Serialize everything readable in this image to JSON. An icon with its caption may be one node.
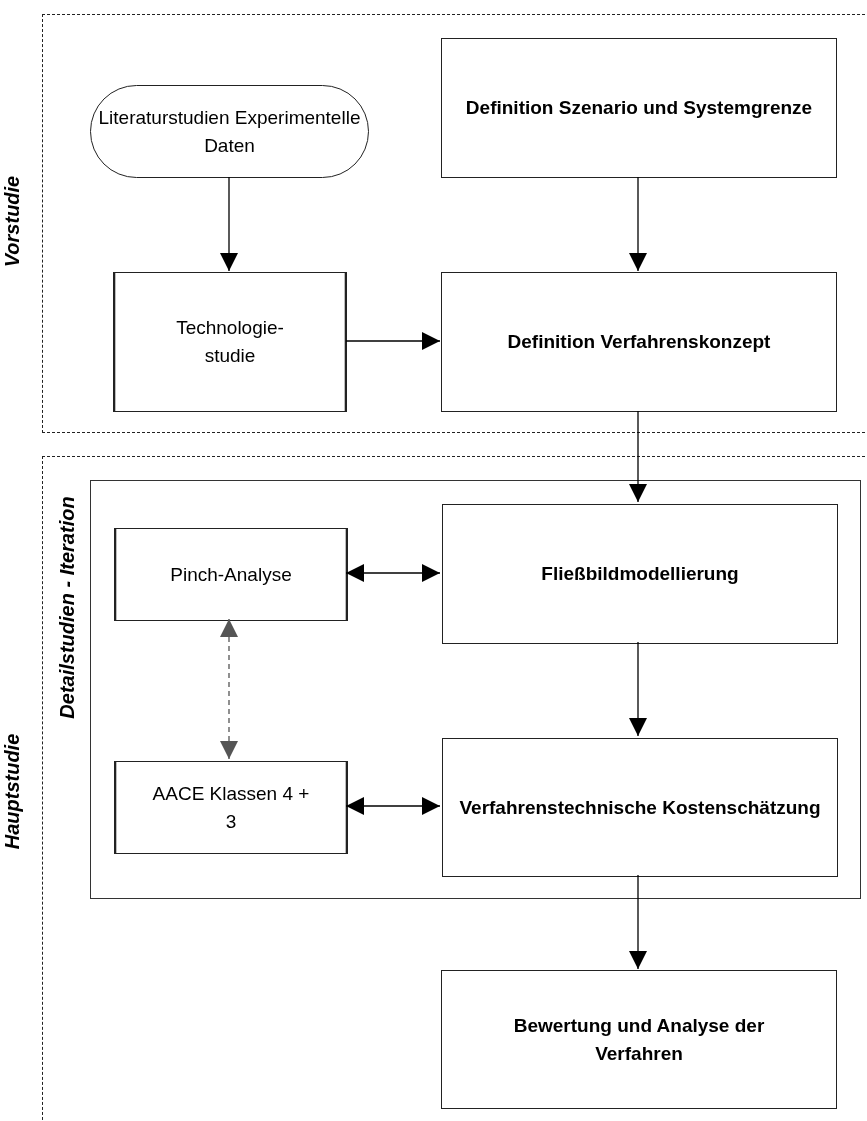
{
  "diagram": {
    "nodes": [
      {
        "text": [
          "Vorstudie"
        ]
      },
      {
        "text": [
          "Literaturstudien Experimentelle Daten"
        ],
        "in": 0
      },
      {
        "text": [
          "Definition Szenario und Systemgrenze"
        ],
        "in": 0
      },
      {
        "text": [
          "Technologie-studie"
        ],
        "in": 0
      },
      {
        "text": [
          "Definition Verfahrenskonzept"
        ],
        "in": 0
      },
      {
        "text": [
          "Hauptstudie"
        ]
      },
      {
        "text": [
          "Detailstudien - Iteration"
        ],
        "in": 5
      },
      {
        "text": [
          "Pinch-Analyse"
        ],
        "in": 6
      },
      {
        "text": [
          "Fließbildmodellierung"
        ],
        "in": 6
      },
      {
        "text": [
          "AACE Klassen 4 + 3"
        ],
        "in": 6
      },
      {
        "text": [
          "Verfahrenstechnische Kostenschätzung"
        ],
        "in": 6
      },
      {
        "text": [
          "Bewertung und Analyse der Verfahren"
        ],
        "in": 5
      }
    ],
    "edges": [
      {
        "from": 1,
        "to": 3,
        "arrow": "to"
      },
      {
        "from": 2,
        "to": 4,
        "arrow": "to"
      },
      {
        "from": 3,
        "to": 4,
        "arrow": "to"
      },
      {
        "from": 4,
        "to": 8,
        "arrow": "to"
      },
      {
        "from": 7,
        "to": 8,
        "arrow": "both"
      },
      {
        "from": 7,
        "to": 9,
        "arrow": "both",
        "style": "dashed",
        "color": "#555555"
      },
      {
        "from": 9,
        "to": 10,
        "arrow": "both"
      },
      {
        "from": 8,
        "to": 10,
        "arrow": "to"
      },
      {
        "from": 10,
        "to": 11,
        "arrow": "to"
      }
    ]
  }
}
